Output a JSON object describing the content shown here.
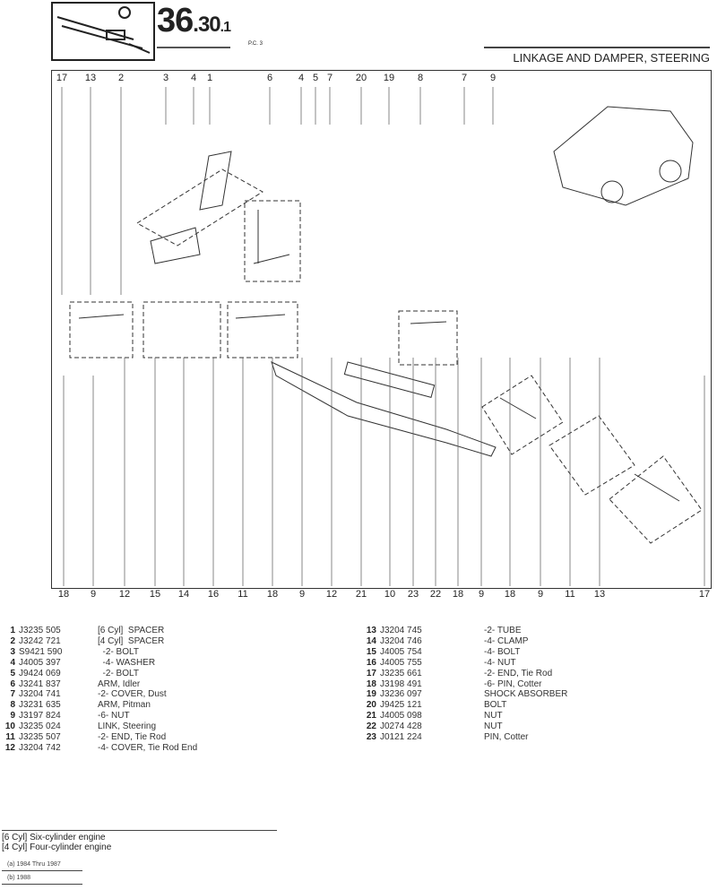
{
  "header": {
    "section_main": "36",
    "section_sub": ".30",
    "section_page": ".1",
    "pc": "P.C. 3",
    "title": "LINKAGE AND DAMPER, STEERING"
  },
  "callouts_top": [
    "17",
    "13",
    "2",
    "3",
    "4",
    "1",
    "6",
    "4",
    "5",
    "7",
    "20",
    "19",
    "8",
    "7",
    "9"
  ],
  "callouts_bottom": [
    "18",
    "9",
    "12",
    "15",
    "14",
    "16",
    "11",
    "18",
    "9",
    "12",
    "21",
    "10",
    "23",
    "22",
    "18",
    "9",
    "18",
    "9",
    "11",
    "13",
    "17"
  ],
  "parts": [
    {
      "num": "1",
      "part": "J3235 505",
      "desc": "[6 Cyl]  SPACER"
    },
    {
      "num": "2",
      "part": "J3242 721",
      "desc": "[4 Cyl]  SPACER"
    },
    {
      "num": "3",
      "part": "S9421 590",
      "desc": "  -2- BOLT"
    },
    {
      "num": "4",
      "part": "J4005 397",
      "desc": "  -4- WASHER"
    },
    {
      "num": "5",
      "part": "J9424 069",
      "desc": "  -2- BOLT"
    },
    {
      "num": "6",
      "part": "J3241 837",
      "desc": "ARM, Idler"
    },
    {
      "num": "7",
      "part": "J3204 741",
      "desc": "-2- COVER, Dust"
    },
    {
      "num": "8",
      "part": "J3231 635",
      "desc": "ARM, Pitman"
    },
    {
      "num": "9",
      "part": "J3197 824",
      "desc": "-6- NUT"
    },
    {
      "num": "10",
      "part": "J3235 024",
      "desc": "LINK, Steering"
    },
    {
      "num": "11",
      "part": "J3235 507",
      "desc": "-2- END, Tie Rod"
    },
    {
      "num": "12",
      "part": "J3204 742",
      "desc": "-4- COVER, Tie Rod End"
    },
    {
      "num": "13",
      "part": "J3204 745",
      "desc": "-2- TUBE"
    },
    {
      "num": "14",
      "part": "J3204 746",
      "desc": "-4- CLAMP"
    },
    {
      "num": "15",
      "part": "J4005 754",
      "desc": "-4- BOLT"
    },
    {
      "num": "16",
      "part": "J4005 755",
      "desc": "-4- NUT"
    },
    {
      "num": "17",
      "part": "J3235 661",
      "desc": "-2- END, Tie Rod"
    },
    {
      "num": "18",
      "part": "J3198 491",
      "desc": "-6- PIN, Cotter"
    },
    {
      "num": "19",
      "part": "J3236 097",
      "desc": "SHOCK ABSORBER"
    },
    {
      "num": "20",
      "part": "J9425 121",
      "desc": "BOLT"
    },
    {
      "num": "21",
      "part": "J4005 098",
      "desc": "NUT"
    },
    {
      "num": "22",
      "part": "J0274 428",
      "desc": "NUT"
    },
    {
      "num": "23",
      "part": "J0121 224",
      "desc": "PIN, Cotter"
    }
  ],
  "footnotes": {
    "six": "[6 Cyl] Six-cylinder engine",
    "four": "[4 Cyl] Four-cylinder engine",
    "a": "(a) 1984 Thru 1987",
    "b": "(b) 1988"
  }
}
